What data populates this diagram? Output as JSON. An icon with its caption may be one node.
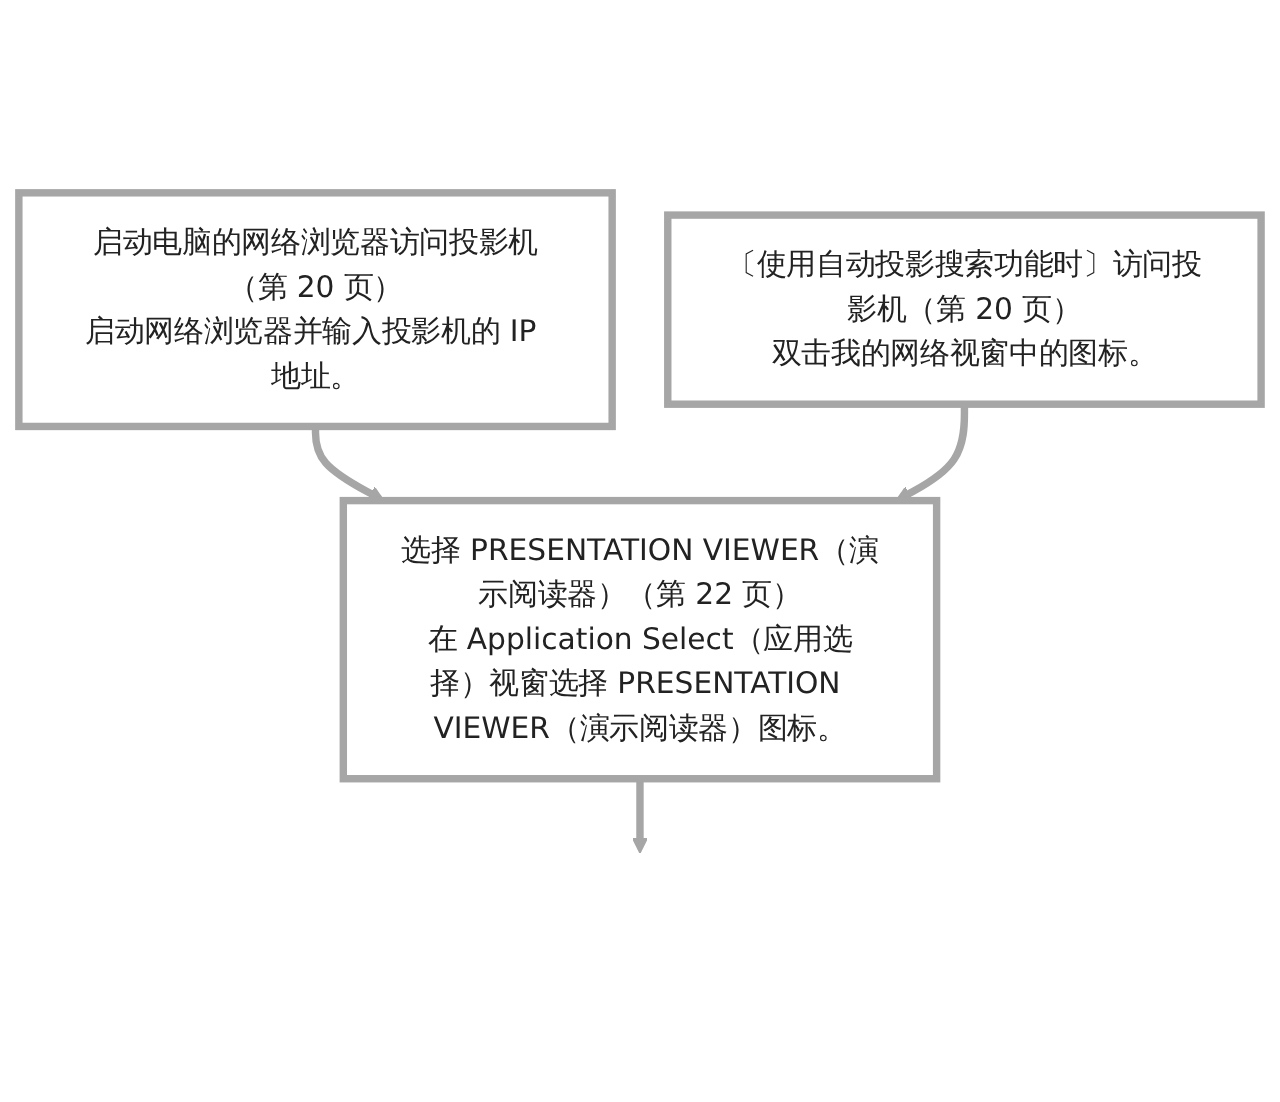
{
  "diagram": {
    "nodes": [
      {
        "text": [
          "启动电脑的网络浏览器访问投影机（第 20 页）",
          "启动网络浏览器并输入投影机的 IP 地址。"
        ]
      },
      {
        "text": [
          "〔使用自动投影搜索功能时〕访问投影机（第 20 页）",
          "双击我的网络视窗中的图标。"
        ]
      },
      {
        "text": [
          "选择 PRESENTATION VIEWER（演示阅读器）（第 22 页）",
          "在 Application Select（应用选择）视窗选择 PRESENTATION VIEWER（演示阅读器）图标。"
        ]
      }
    ],
    "edges": [
      {
        "from": 0,
        "to": 2,
        "arrow": "to"
      },
      {
        "from": 1,
        "to": 2,
        "arrow": "to"
      },
      {
        "from": 2,
        "to": null,
        "arrow": "to"
      }
    ]
  }
}
